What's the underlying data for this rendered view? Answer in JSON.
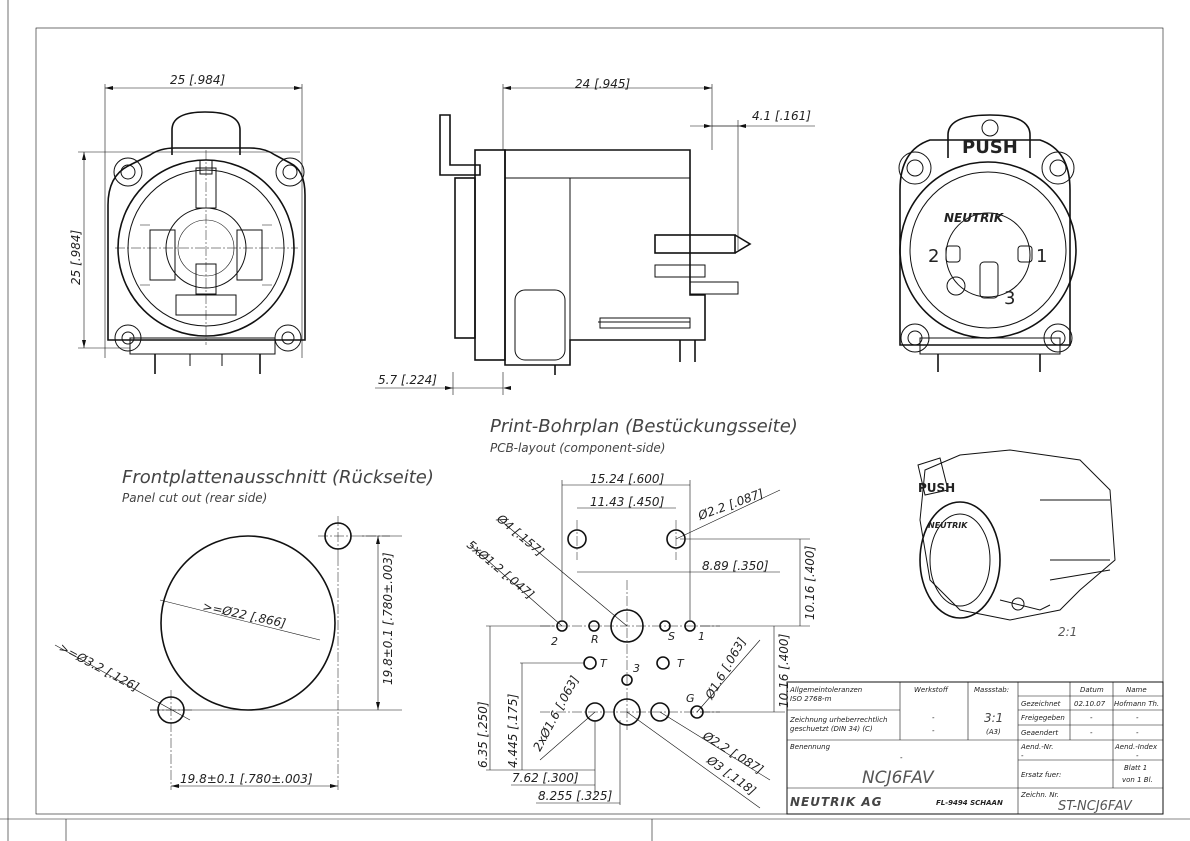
{
  "dims": {
    "front_width": "25 [.984]",
    "front_height": "25 [.984]",
    "side_length": "24 [.945]",
    "side_offset": "4.1 [.161]",
    "side_bottom": "5.7 [.224]",
    "cut_dia": ">=Ø22 [.866]",
    "cut_height": "19.8±0.1 [.780±.003]",
    "cut_hole": ">=Ø3.2 [.126]",
    "cut_width": "19.8±0.1 [.780±.003]",
    "pcb_15": "15.24 [.600]",
    "pcb_11": "11.43 [.450]",
    "pcb_d22_top": "Ø2.2 [.087]",
    "pcb_d4": "Ø4 [.157]",
    "pcb_5x": "5xØ1.2 [.047]",
    "pcb_889": "8.89 [.350]",
    "pcb_1016a": "10.16 [.400]",
    "pcb_1016b": "10.16 [.400]",
    "pcb_d16a": "Ø1.6 [.063]",
    "pcb_2xd16": "2xØ1.6 [.063]",
    "pcb_635": "6.35 [.250]",
    "pcb_4445": "4.445 [.175]",
    "pcb_762": "7.62 [.300]",
    "pcb_8255": "8.255 [.325]",
    "pcb_d22_bot": "Ø2.2 [.087]",
    "pcb_d3": "Ø3 [.118]"
  },
  "pins": {
    "p2": "2",
    "pR": "R",
    "pS": "S",
    "p1": "1",
    "pT1": "T",
    "pT2": "T",
    "p3": "3",
    "pG": "G"
  },
  "titles": {
    "pcb_de": "Print-Bohrplan (Bestückungsseite)",
    "pcb_en": "PCB-layout (component-side)",
    "cut_de": "Frontplattenausschnitt (Rückseite)",
    "cut_en": "Panel cut out (rear side)"
  },
  "part": {
    "push": "PUSH",
    "brand": "NEUTRIK",
    "n1": "1",
    "n2": "2",
    "n3": "3",
    "iso_scale": "2:1"
  },
  "titleblock": {
    "tol1": "Allgemeintoleranzen",
    "tol2": "ISO 2768-m",
    "copy1": "Zeichnung urheberrechtlich",
    "copy2": "geschuetzt (DIN 34) (C)",
    "werkstoff": "Werkstoff",
    "dash1": "-",
    "dash2": "-",
    "massstab": "Massstab:",
    "scale": "3:1",
    "scale_sub": "(A3)",
    "datum": "Datum",
    "name": "Name",
    "gezeichnet": "Gezeichnet",
    "date": "02.10.07",
    "author": "Hofmann Th.",
    "freigegeben": "Freigegeben",
    "f_d": "-",
    "f_n": "-",
    "geaendert": "Geaendert",
    "g_d": "-",
    "g_n": "-",
    "benennung": "Benennung",
    "ben_dash": "-",
    "part_no": "NCJ6FAV",
    "aend_nr": "Aend.-Nr.",
    "aend_nr_v": "-",
    "aend_index": "Aend.-Index",
    "aend_index_v": "-",
    "ersatz": "Ersatz fuer:",
    "blatt1": "Blatt 1",
    "blatt2": "von 1 Bl.",
    "company": "NEUTRIK AG",
    "loc": "FL-9494 SCHAAN",
    "zeichn_nr": "Zeichn. Nr.",
    "drawing_no": "ST-NCJ6FAV"
  }
}
